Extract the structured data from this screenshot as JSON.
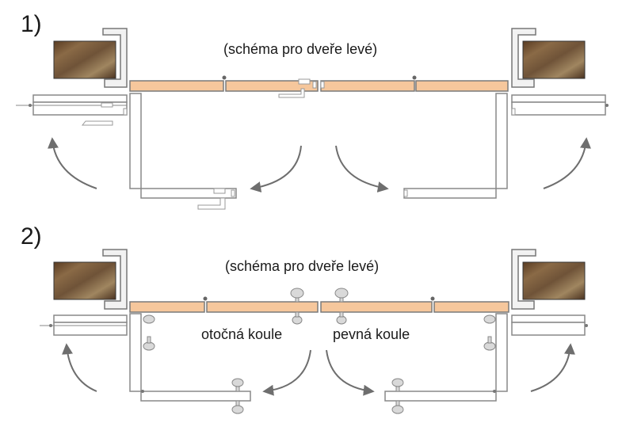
{
  "diagram_1": {
    "number": "1)",
    "caption": "(schéma pro dveře levé)"
  },
  "diagram_2": {
    "number": "2)",
    "caption": "(schéma pro dveře levé)",
    "label_left": "otočná koule",
    "label_right": "pevná koule"
  },
  "colors": {
    "panel": "#f6c79c",
    "panel_stroke": "#7a7a7a",
    "frame": "#8a8a8a",
    "arrow": "#6e6e6e",
    "knob_fill": "#d9d9d9"
  },
  "icons": [
    "wood-texture",
    "swing-arrow",
    "ball-knob",
    "handle"
  ]
}
